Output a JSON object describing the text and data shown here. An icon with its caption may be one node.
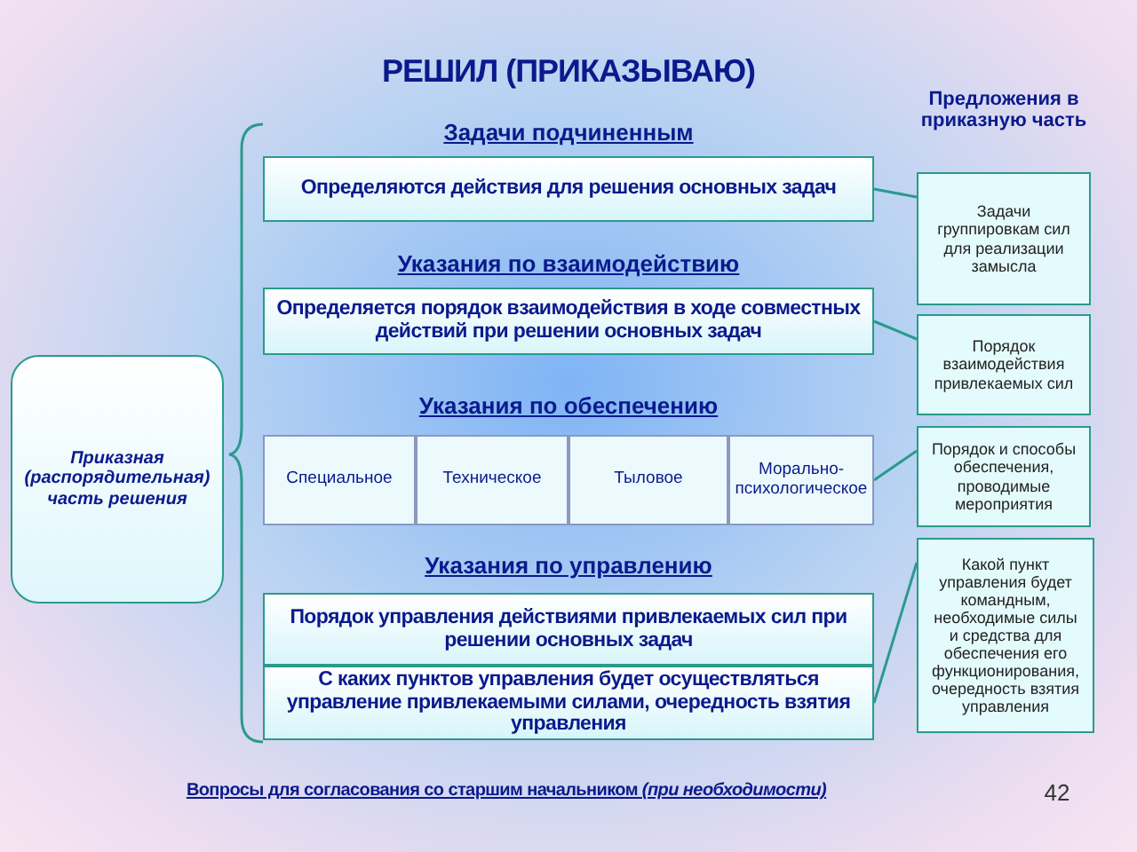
{
  "diagram": {
    "title": "РЕШИЛ (ПРИКАЗЫВАЮ)",
    "nodes": [
      {
        "text": [
          "Приказная (распорядительная) часть решения"
        ]
      },
      {
        "text": [
          "Определяются действия для решения основных задач"
        ]
      },
      {
        "text": [
          "Определяется порядок взаимодействия в ходе совместных действий при решении основных задач"
        ]
      },
      {
        "text": [
          "Специальное"
        ]
      },
      {
        "text": [
          "Техническое"
        ]
      },
      {
        "text": [
          "Тыловое"
        ]
      },
      {
        "text": [
          "Морально-психологическое"
        ]
      },
      {
        "text": [
          "Порядок управления действиями привлекаемых сил при решении основных задач"
        ]
      },
      {
        "text": [
          "С каких пунктов управления будет осуществляться управление привлекаемыми силами, очередность взятия управления"
        ]
      },
      {
        "text": [
          "Задачи группировкам сил для реализации замысла"
        ]
      },
      {
        "text": [
          "Порядок взаимодействия привлекаемых сил"
        ]
      },
      {
        "text": [
          "Порядок и способы обеспечения, проводимые мероприятия"
        ]
      },
      {
        "text": [
          "Какой пункт управления будет командным, необходимые силы и средства для обеспечения его функционирования, очередность взятия управления"
        ]
      }
    ],
    "edges": [
      {
        "from": 9,
        "to": 1,
        "arrow": "none"
      },
      {
        "from": 10,
        "to": 2,
        "arrow": "none"
      },
      {
        "from": 11,
        "to": 6,
        "arrow": "none"
      },
      {
        "from": 12,
        "to": 8,
        "arrow": "none"
      }
    ],
    "labels": [
      "Предложения в приказную часть",
      "Задачи подчиненным",
      "Указания по взаимодействию",
      "Указания по обеспечению",
      "Указания по управлению",
      "Вопросы для согласования со старшим начальником *(при необходимости)*",
      "42"
    ]
  }
}
